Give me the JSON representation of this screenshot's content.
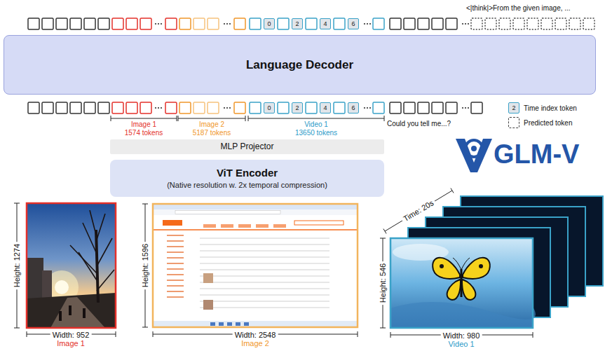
{
  "diagram": {
    "nodes": [
      {
        "text": [
          "0"
        ]
      },
      {
        "text": [
          "2"
        ]
      },
      {
        "text": [
          "4"
        ]
      },
      {
        "text": [
          "6"
        ]
      },
      {
        "text": [
          "Language Decoder"
        ]
      },
      {
        "text": [
          "0"
        ]
      },
      {
        "text": [
          "2"
        ]
      },
      {
        "text": [
          "4"
        ]
      },
      {
        "text": [
          "6"
        ]
      },
      {
        "text": [
          "MLP Projector"
        ]
      },
      {
        "text": [
          "ViT Encoder",
          "(Native resolution w. 2x temporal compression)"
        ]
      }
    ],
    "labels": [
      "<|think|>From the given image, ...",
      "Image 1",
      "1574 tokens",
      "Image 2",
      "5187 tokens",
      "Video 1",
      "13650 tokens",
      "Could you tell me...?",
      "2",
      "GLM-V",
      "Height: 1274",
      "Width: 952",
      "Image 1",
      "Height: 1596",
      "Width: 2548",
      "Image 2",
      "Time: 20s",
      "Height: 546",
      "Width: 980",
      "Video 1"
    ],
    "legend": [
      {
        "text": "Time index token"
      },
      {
        "text": "Predicted token"
      }
    ]
  }
}
